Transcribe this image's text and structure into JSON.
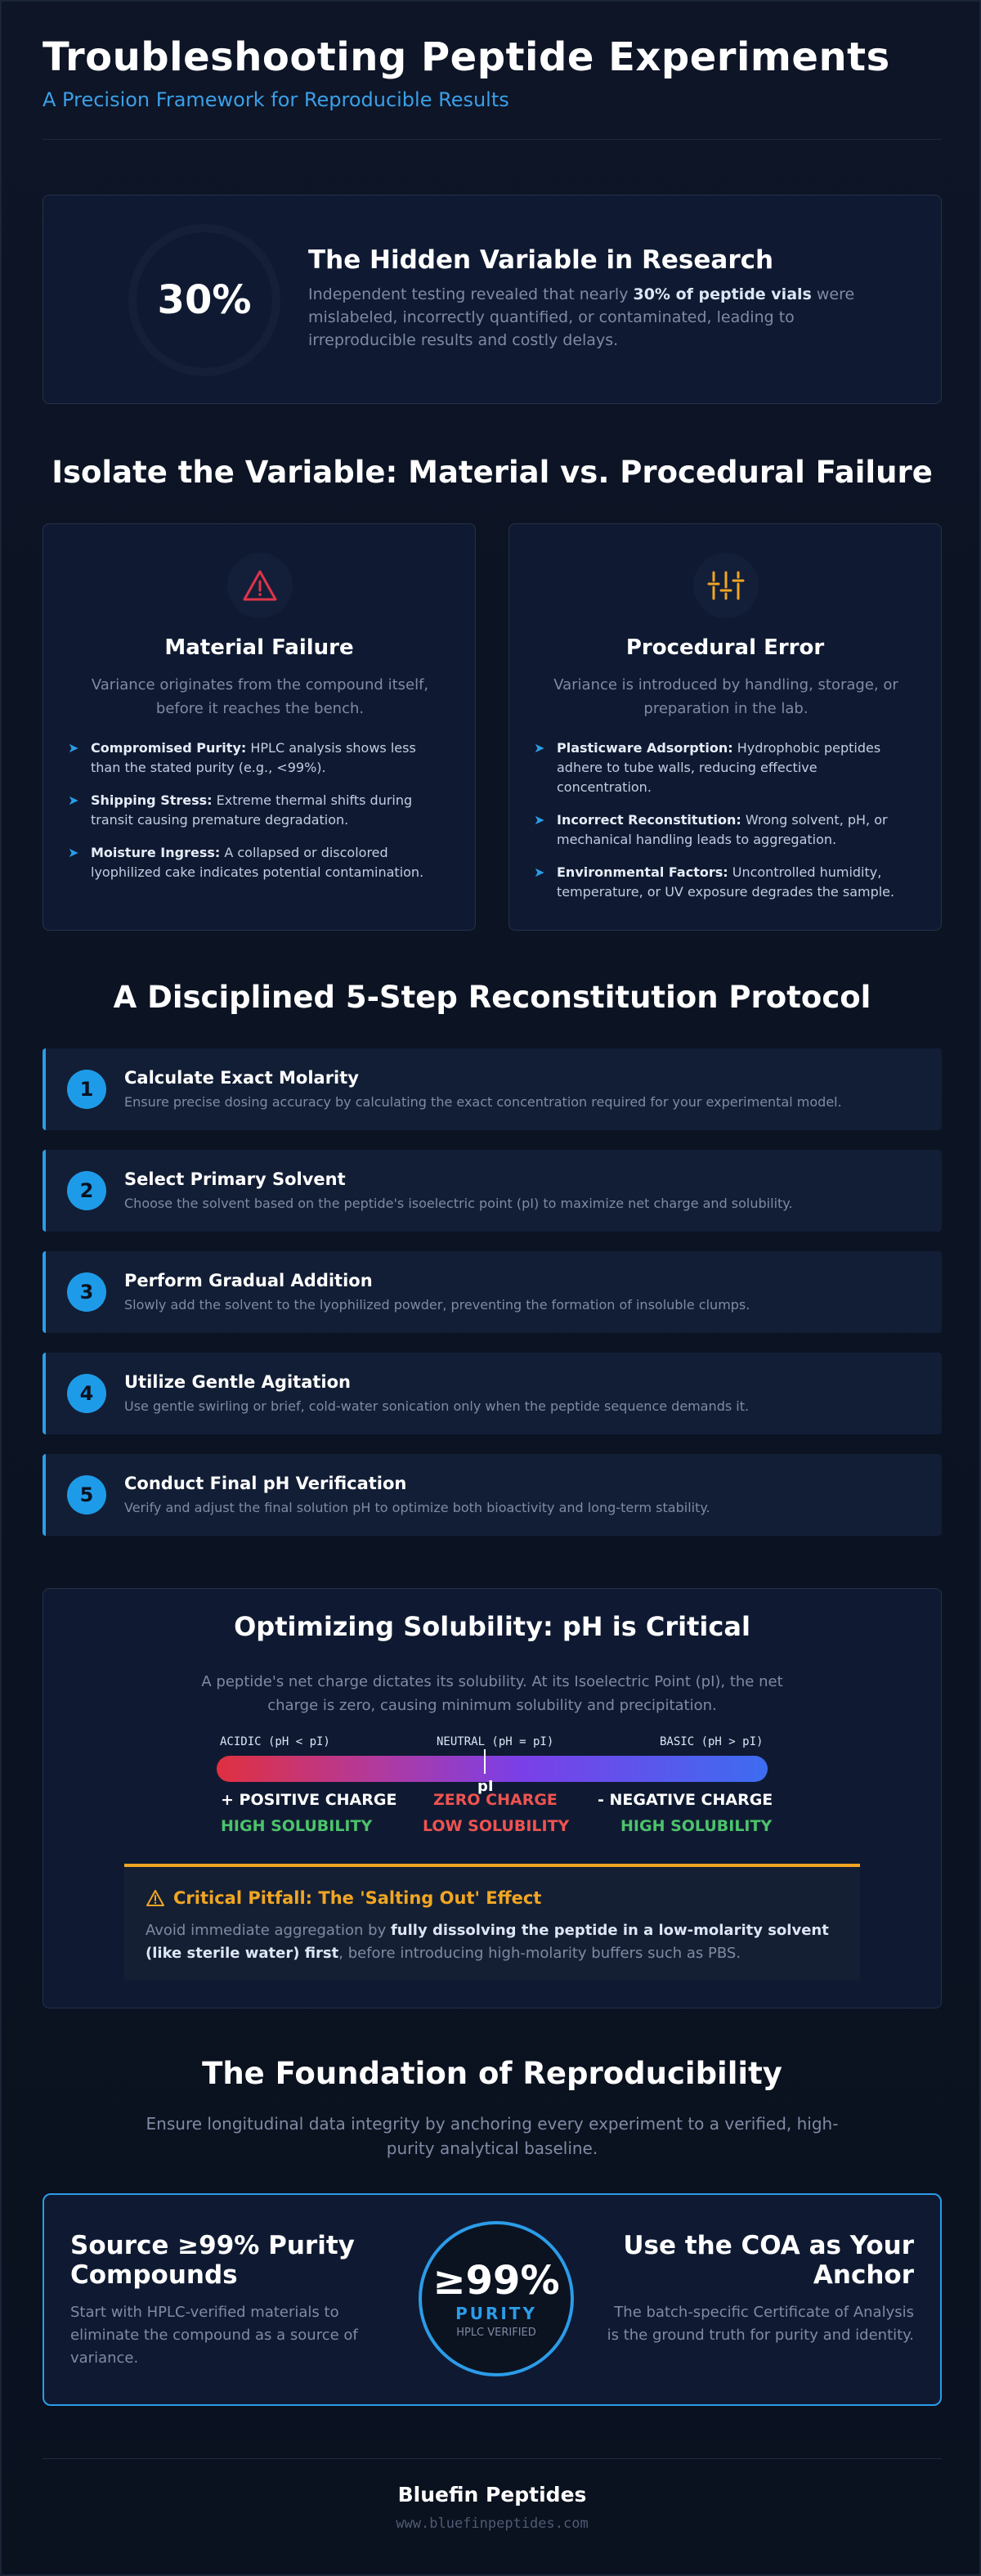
{
  "header": {
    "title": "Troubleshooting Peptide Experiments",
    "subtitle": "A Precision Framework for Reproducible Results"
  },
  "stat": {
    "value": "30%",
    "title": "The Hidden Variable in Research",
    "body_pre": "Independent testing revealed that nearly ",
    "body_bold": "30% of peptide vials",
    "body_post": " were mislabeled, incorrectly quantified, or contaminated, leading to irreproducible results and costly delays."
  },
  "isolate": {
    "heading": "Isolate the Variable: Material vs. Procedural Failure",
    "material": {
      "icon": "warning-triangle-icon",
      "icon_color": "#e0344a",
      "title": "Material Failure",
      "desc": "Variance originates from the compound itself, before it reaches the bench.",
      "items": [
        {
          "label": "Compromised Purity:",
          "text": " HPLC analysis shows less than the stated purity (e.g., <99%)."
        },
        {
          "label": "Shipping Stress:",
          "text": " Extreme thermal shifts during transit causing premature degradation."
        },
        {
          "label": "Moisture Ingress:",
          "text": " A collapsed or discolored lyophilized cake indicates potential contamination."
        }
      ]
    },
    "procedural": {
      "icon": "sliders-icon",
      "icon_color": "#f0a623",
      "title": "Procedural Error",
      "desc": "Variance is introduced by handling, storage, or preparation in the lab.",
      "items": [
        {
          "label": "Plasticware Adsorption:",
          "text": " Hydrophobic peptides adhere to tube walls, reducing effective concentration."
        },
        {
          "label": "Incorrect Reconstitution:",
          "text": " Wrong solvent, pH, or mechanical handling leads to aggregation."
        },
        {
          "label": "Environmental Factors:",
          "text": " Uncontrolled humidity, temperature, or UV exposure degrades the sample."
        }
      ]
    }
  },
  "protocol": {
    "heading": "A Disciplined 5-Step Reconstitution Protocol",
    "steps": [
      {
        "num": "1",
        "title": "Calculate Exact Molarity",
        "desc": "Ensure precise dosing accuracy by calculating the exact concentration required for your experimental model."
      },
      {
        "num": "2",
        "title": "Select Primary Solvent",
        "desc": "Choose the solvent based on the peptide's isoelectric point (pI) to maximize net charge and solubility."
      },
      {
        "num": "3",
        "title": "Perform Gradual Addition",
        "desc": "Slowly add the solvent to the lyophilized powder, preventing the formation of insoluble clumps."
      },
      {
        "num": "4",
        "title": "Utilize Gentle Agitation",
        "desc": "Use gentle swirling or brief, cold-water sonication only when the peptide sequence demands it."
      },
      {
        "num": "5",
        "title": "Conduct Final pH Verification",
        "desc": "Verify and adjust the final solution pH to optimize both bioactivity and long-term stability."
      }
    ]
  },
  "ph": {
    "title": "Optimizing Solubility: pH is Critical",
    "desc": "A peptide's net charge dictates its solubility. At its Isoelectric Point (pI), the net charge is zero, causing minimum solubility and precipitation.",
    "scale": {
      "acidic": "ACIDIC (pH < pI)",
      "neutral": "NEUTRAL (pH = pI)",
      "basic": "BASIC (pH > pI)",
      "pi_marker": "pI"
    },
    "zones": {
      "left_charge": "+ POSITIVE CHARGE",
      "mid_charge": "ZERO CHARGE",
      "right_charge": "- NEGATIVE CHARGE",
      "left_sol": "HIGH SOLUBILITY",
      "mid_sol": "LOW SOLUBILITY",
      "right_sol": "HIGH SOLUBILITY"
    },
    "colors": {
      "positive": "#ffffff",
      "zero": "#ef5350",
      "negative": "#ffffff",
      "high": "#4cc36b",
      "low": "#ef5350"
    },
    "pitfall": {
      "icon": "warning-triangle-icon",
      "title": "Critical Pitfall: The 'Salting Out' Effect",
      "body_pre": "Avoid immediate aggregation by ",
      "body_bold": "fully dissolving the peptide in a low-molarity solvent (like sterile water) first",
      "body_post": ", before introducing high-molarity buffers such as PBS."
    }
  },
  "foundation": {
    "heading": "The Foundation of Reproducibility",
    "desc": "Ensure longitudinal data integrity by anchoring every experiment to a verified, high-purity analytical baseline.",
    "left_title": "Source ≥99% Purity Compounds",
    "left_body": "Start with HPLC-verified materials to eliminate the compound as a source of variance.",
    "badge_value": "≥99%",
    "badge_label": "PURITY",
    "badge_sub": "HPLC VERIFIED",
    "right_title": "Use the COA as Your Anchor",
    "right_body": "The batch-specific Certificate of Analysis is the ground truth for purity and identity."
  },
  "footer": {
    "brand": "Bluefin Peptides",
    "url": "www.bluefinpeptides.com"
  }
}
